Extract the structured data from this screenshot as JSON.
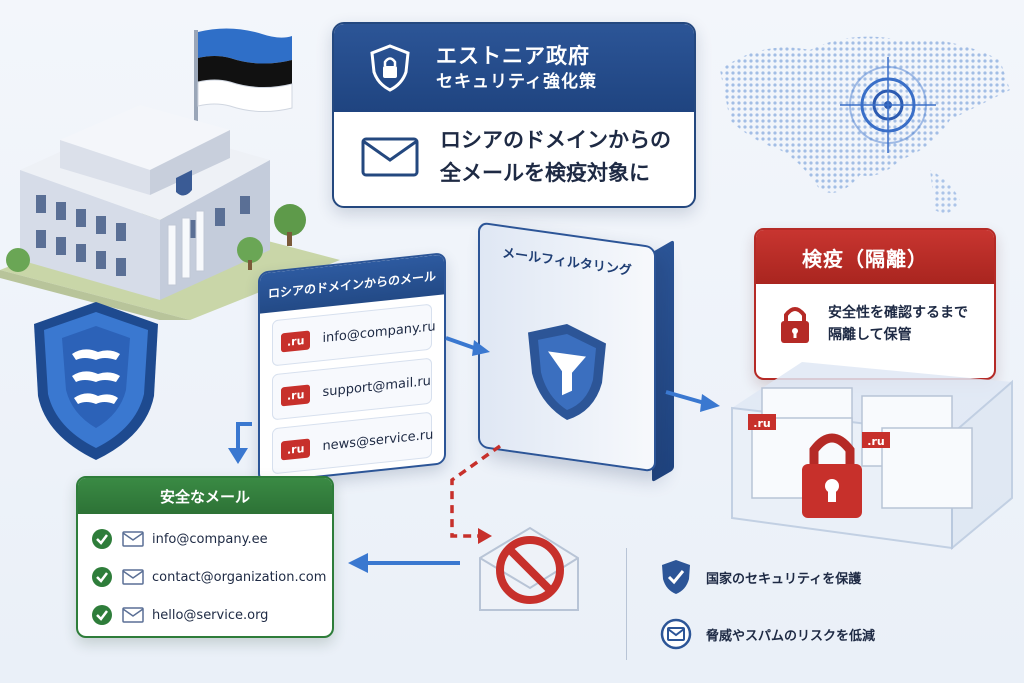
{
  "title_card": {
    "line1": "エストニア政府",
    "line2": "セキュリティ強化策",
    "body_line1": "ロシアのドメインからの",
    "body_line2": "全メールを検疫対象に"
  },
  "incoming": {
    "title": "ロシアのドメインからのメール",
    "emails": [
      {
        "badge": ".ru",
        "address": "info@company.ru"
      },
      {
        "badge": ".ru",
        "address": "support@mail.ru"
      },
      {
        "badge": ".ru",
        "address": "news@service.ru"
      }
    ]
  },
  "filter": {
    "title": "メールフィルタリング"
  },
  "quarantine": {
    "title": "検疫（隔離）",
    "desc_line1": "安全性を確認するまで",
    "desc_line2": "隔離して保管",
    "envelope_badges": [
      ".ru",
      ".ru"
    ]
  },
  "safe_mail": {
    "title": "安全なメール",
    "emails": [
      "info@company.ee",
      "contact@organization.com",
      "hello@service.org"
    ]
  },
  "benefits": [
    {
      "icon": "shield-check-icon",
      "text": "国家のセキュリティを保護"
    },
    {
      "icon": "envelope-icon",
      "text": "脅威やスパムのリスクを低減"
    }
  ],
  "colors": {
    "navy": "#24487f",
    "red": "#c7302b",
    "green": "#2e7d3a",
    "flag_blue": "#2f6fc8"
  }
}
